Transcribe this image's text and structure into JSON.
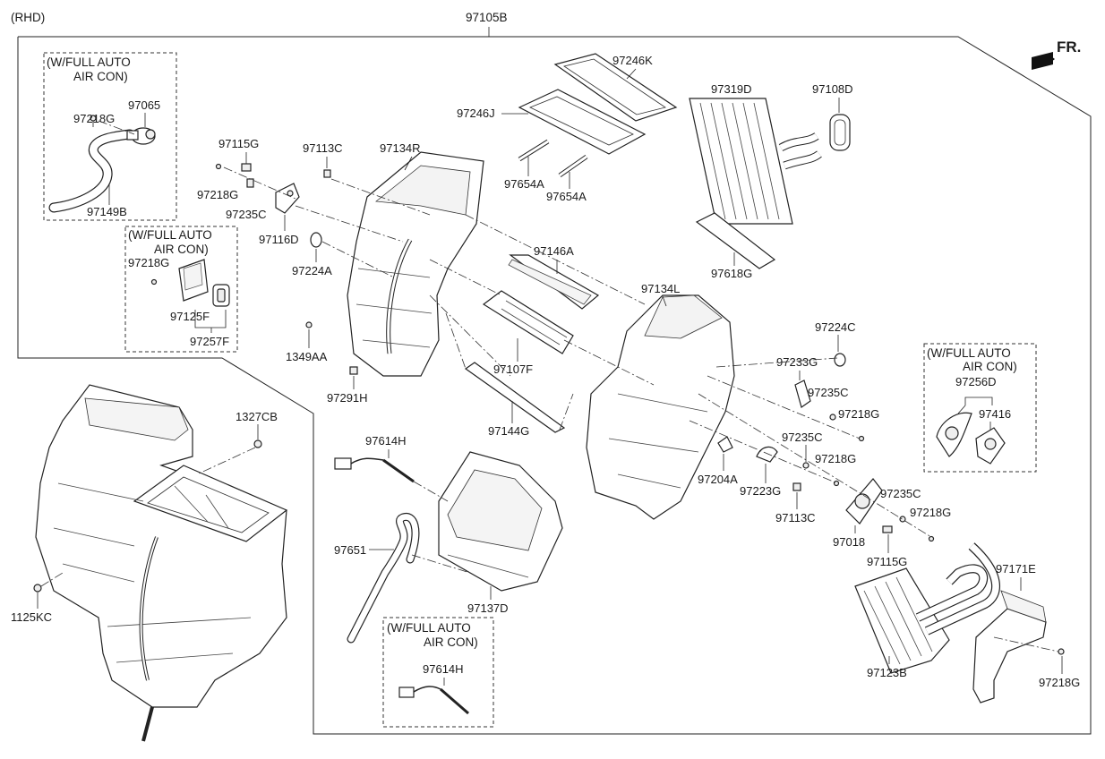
{
  "header": {
    "variant": "(RHD)",
    "assembly_number": "97105B",
    "direction": "FR."
  },
  "notes": {
    "n1": {
      "line1": "(W/FULL AUTO",
      "line2": "AIR CON)"
    },
    "n2": {
      "line1": "(W/FULL AUTO",
      "line2": "AIR CON)"
    },
    "n3": {
      "line1": "(W/FULL AUTO",
      "line2": "AIR CON)"
    },
    "n4": {
      "line1": "(W/FULL AUTO",
      "line2": "AIR CON)"
    }
  },
  "labels": {
    "p97218G_a": "97218G",
    "p97065": "97065",
    "p97149B": "97149B",
    "p97115G_a": "97115G",
    "p97218G_b": "97218G",
    "p97235C_a": "97235C",
    "p97116D": "97116D",
    "p97218G_c": "97218G",
    "p97125F": "97125F",
    "p97257F": "97257F",
    "p97113C_a": "97113C",
    "p97134R": "97134R",
    "p97224A": "97224A",
    "p1349AA": "1349AA",
    "p97291H": "97291H",
    "p97246K": "97246K",
    "p97246J": "97246J",
    "p97654A_a": "97654A",
    "p97654A_b": "97654A",
    "p97319D": "97319D",
    "p97108D": "97108D",
    "p97618G": "97618G",
    "p97146A": "97146A",
    "p97107F": "97107F",
    "p97144G": "97144G",
    "p97134L": "97134L",
    "p97224C": "97224C",
    "p97233G": "97233G",
    "p97235C_b": "97235C",
    "p97218G_d": "97218G",
    "p97235C_c": "97235C",
    "p97218G_e": "97218G",
    "p97204A": "97204A",
    "p97223G": "97223G",
    "p97113C_b": "97113C",
    "p97235C_d": "97235C",
    "p97218G_f": "97218G",
    "p97018": "97018",
    "p97115G_b": "97115G",
    "p97256D": "97256D",
    "p97416": "97416",
    "p1327CB": "1327CB",
    "p1125KC": "1125KC",
    "p97614H_a": "97614H",
    "p97651": "97651",
    "p97137D": "97137D",
    "p97614H_b": "97614H",
    "p97123B": "97123B",
    "p97171E": "97171E",
    "p97218G_g": "97218G"
  }
}
